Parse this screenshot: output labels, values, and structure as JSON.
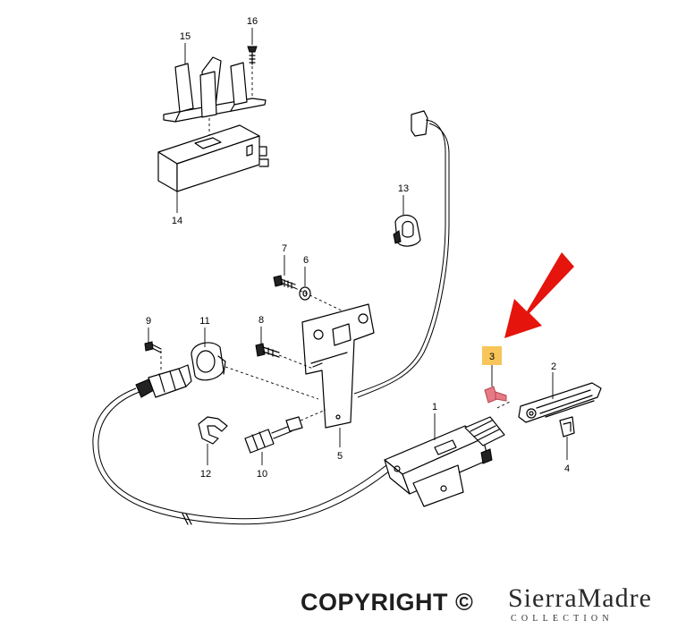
{
  "callouts": {
    "c1": "1",
    "c2": "2",
    "c3": "3",
    "c4": "4",
    "c5": "5",
    "c6": "6",
    "c7": "7",
    "c8": "8",
    "c9": "9",
    "c10": "10",
    "c11": "11",
    "c12": "12",
    "c13": "13",
    "c14": "14",
    "c15": "15",
    "c16": "16"
  },
  "highlight": {
    "part": "3",
    "box_color": "#f7c55a",
    "part_color": "#e57a85",
    "arrow_color": "#e5140c"
  },
  "watermark": {
    "copyright": "COPYRIGHT ©",
    "brand": "SierraMadre",
    "brand_sub": "COLLECTION"
  }
}
